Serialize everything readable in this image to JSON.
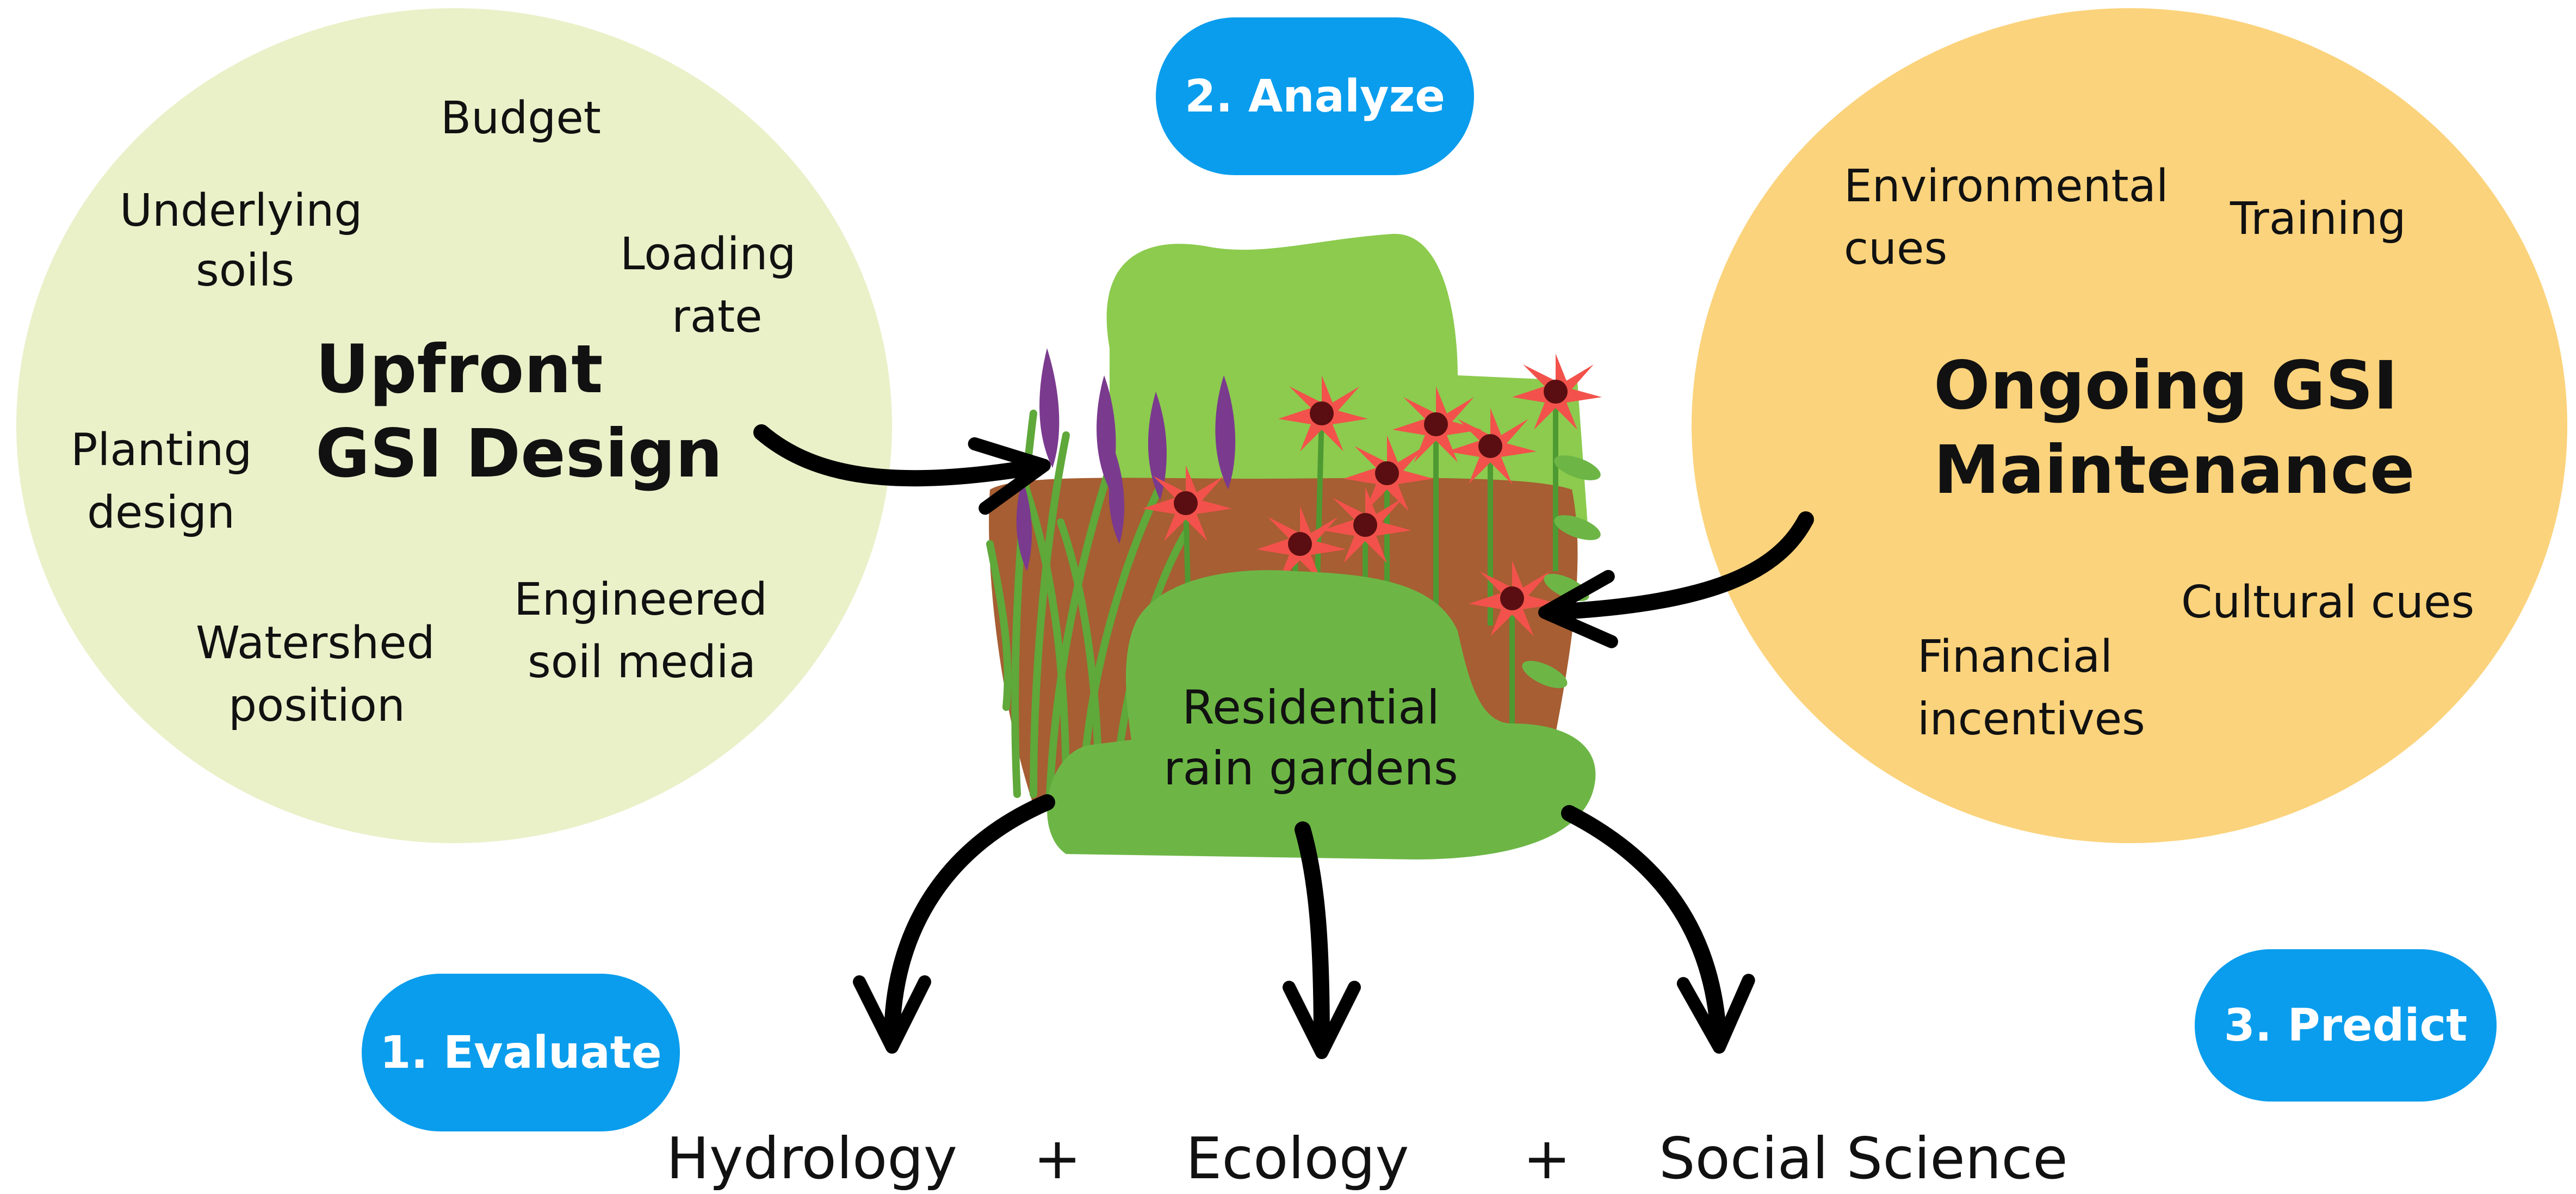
{
  "upfront": {
    "title_line1": "Upfront",
    "title_line2": "GSI Design",
    "factors": {
      "budget": "Budget",
      "soils_1": "Underlying",
      "soils_2": "soils",
      "loading_1": "Loading",
      "loading_2": "rate",
      "planting_1": "Planting",
      "planting_2": "design",
      "engineered_1": "Engineered",
      "engineered_2": "soil media",
      "watershed_1": "Watershed",
      "watershed_2": "position"
    }
  },
  "ongoing": {
    "title_line1": "Ongoing GSI",
    "title_line2": "Maintenance",
    "factors": {
      "env_1": "Environmental",
      "env_2": "cues",
      "training": "Training",
      "cultural": "Cultural cues",
      "financial_1": "Financial",
      "financial_2": "incentives"
    }
  },
  "steps": {
    "evaluate": "1. Evaluate",
    "analyze": "2. Analyze",
    "predict": "3. Predict"
  },
  "garden": {
    "label_1": "Residential",
    "label_2": "rain gardens"
  },
  "fields": {
    "hydrology": "Hydrology",
    "plus_1": "+",
    "ecology": "Ecology",
    "plus_2": "+",
    "social": "Social Science"
  },
  "colors": {
    "design_circle": "#EAF0C8",
    "maintenance_circle": "#FBD37C",
    "step_pill": "#0A9DED",
    "foliage": "#8CCB4E",
    "bush": "#6DB646",
    "soil": "#A65E32",
    "flower": "#F2524B",
    "lupine": "#7A3A8E"
  }
}
